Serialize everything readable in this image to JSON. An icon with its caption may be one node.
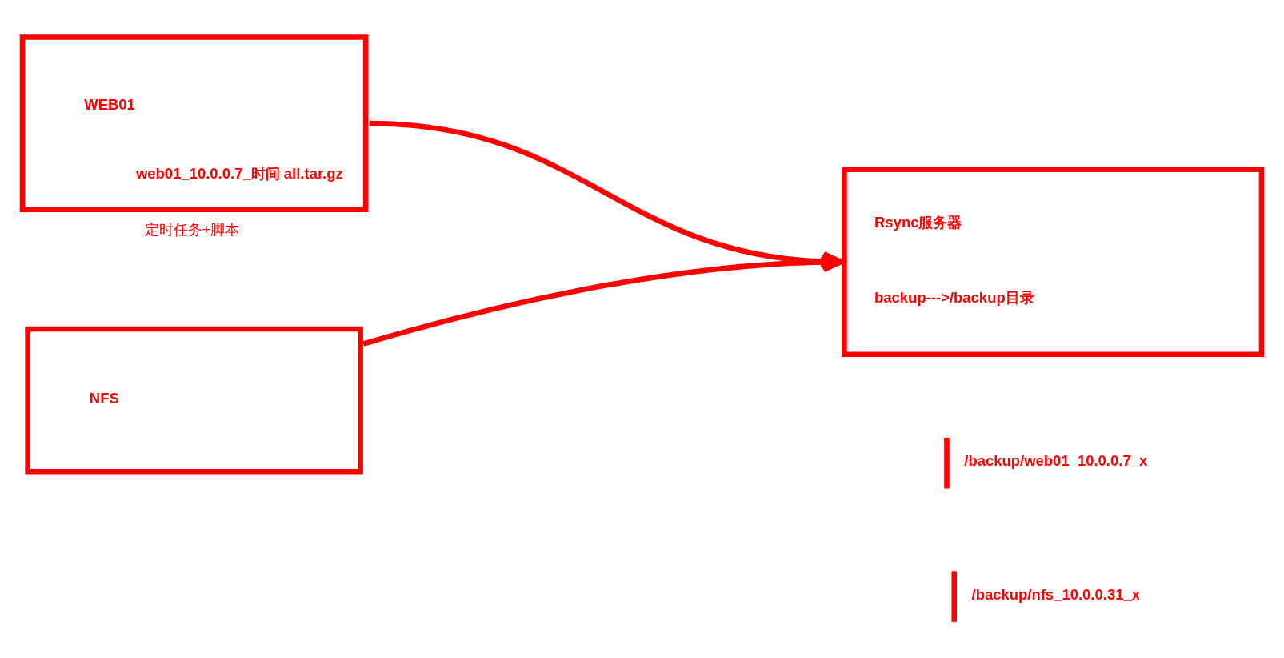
{
  "diagram": {
    "nodes": [
      {
        "text": [
          "WEB01",
          "web01_10.0.0.7_时间 all.tar.gz"
        ],
        "beside": [
          "定时任务+脚本"
        ]
      },
      {
        "text": [
          "Rsync服务器",
          "backup--->/backup目录"
        ]
      },
      {
        "text": [
          "NFS"
        ]
      }
    ],
    "edges": [
      {
        "from": 0,
        "to": 1,
        "arrow": "to"
      },
      {
        "from": 2,
        "to": 1,
        "arrow": "to"
      }
    ],
    "labels": [
      "/backup/web01_10.0.0.7_x",
      "/backup/nfs_10.0.0.31_x"
    ]
  }
}
